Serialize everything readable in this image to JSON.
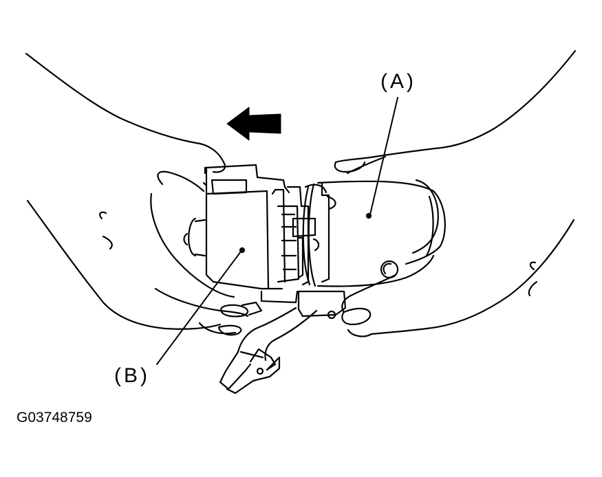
{
  "labels": {
    "part_a": "(A)",
    "part_b": "(B)"
  },
  "figure_id": "G03748759",
  "colors": {
    "ink": "#000000",
    "paper": "#ffffff"
  },
  "arrow_direction": "left"
}
